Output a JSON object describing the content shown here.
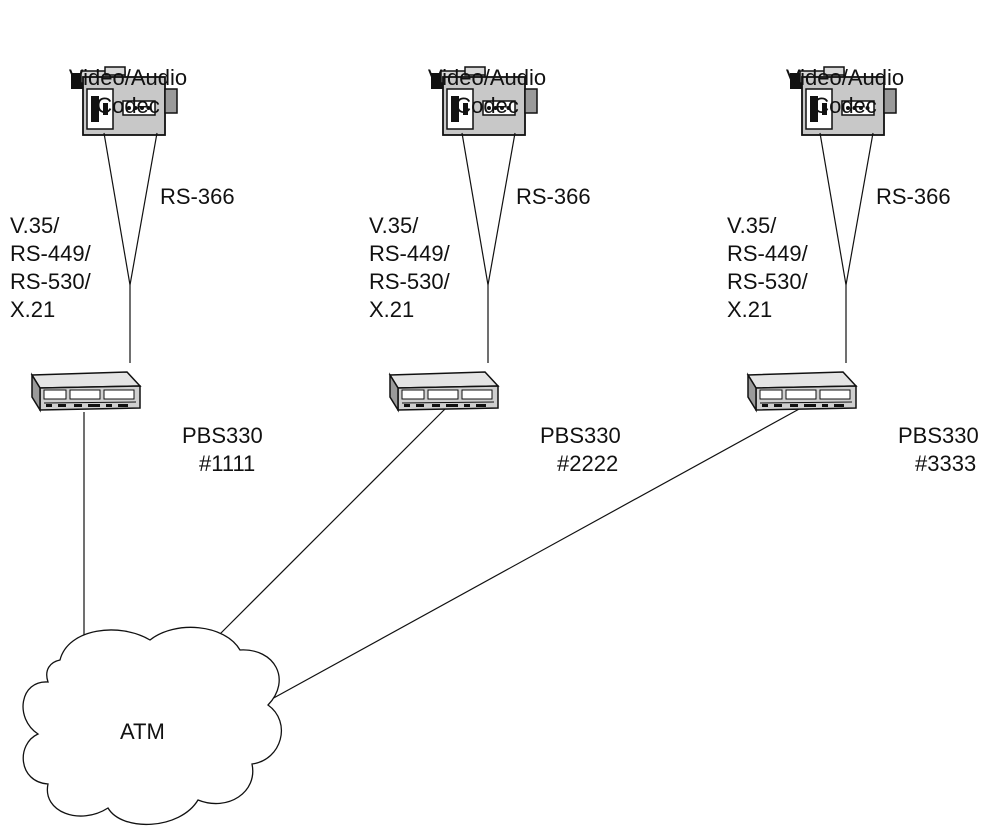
{
  "sites": [
    {
      "codec_label_line1": "Video/Audio",
      "codec_label_line2": "Codec",
      "left_interface_lines": [
        "V.35/",
        "RS-449/",
        "RS-530/",
        "X.21"
      ],
      "right_interface": "RS-366",
      "device_model": "PBS330",
      "device_id": "#1111"
    },
    {
      "codec_label_line1": "Video/Audio",
      "codec_label_line2": "Codec",
      "left_interface_lines": [
        "V.35/",
        "RS-449/",
        "RS-530/",
        "X.21"
      ],
      "right_interface": "RS-366",
      "device_model": "PBS330",
      "device_id": "#2222"
    },
    {
      "codec_label_line1": "Video/Audio",
      "codec_label_line2": "Codec",
      "left_interface_lines": [
        "V.35/",
        "RS-449/",
        "RS-530/",
        "X.21"
      ],
      "right_interface": "RS-366",
      "device_model": "PBS330",
      "device_id": "#3333"
    }
  ],
  "network": {
    "label": "ATM"
  },
  "icons": {
    "codec": "video-camera-icon",
    "device": "network-switch-icon",
    "network": "cloud-icon"
  }
}
